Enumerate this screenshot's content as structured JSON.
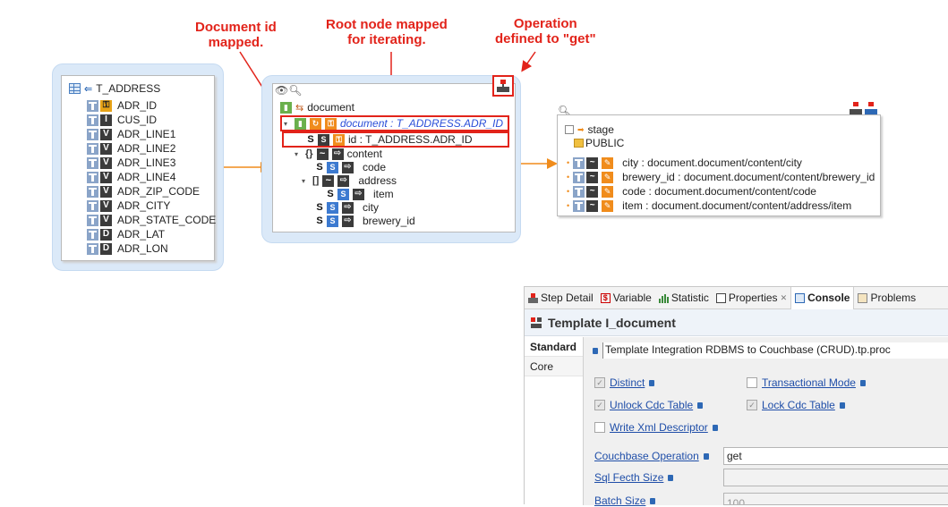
{
  "annotations": {
    "document_id": [
      "Document id",
      "mapped."
    ],
    "root_node": [
      "Root node mapped",
      "for iterating."
    ],
    "operation": [
      "Operation",
      "defined to \"get\""
    ]
  },
  "source_table": {
    "name": "T_ADDRESS",
    "columns": [
      {
        "name": "ADR_ID",
        "type": "key"
      },
      {
        "name": "CUS_ID",
        "type": "I"
      },
      {
        "name": "ADR_LINE1",
        "type": "V"
      },
      {
        "name": "ADR_LINE2",
        "type": "V"
      },
      {
        "name": "ADR_LINE3",
        "type": "V"
      },
      {
        "name": "ADR_LINE4",
        "type": "V"
      },
      {
        "name": "ADR_ZIP_CODE",
        "type": "V"
      },
      {
        "name": "ADR_CITY",
        "type": "V"
      },
      {
        "name": "ADR_STATE_CODE",
        "type": "V"
      },
      {
        "name": "ADR_LAT",
        "type": "D"
      },
      {
        "name": "ADR_LON",
        "type": "D"
      }
    ]
  },
  "document_panel": {
    "root_label": "document",
    "root_node": "document : T_ADDRESS.ADR_ID",
    "id_node": "id : T_ADDRESS.ADR_ID",
    "content": "content",
    "code": "code",
    "address": "address",
    "item": "item",
    "city": "city",
    "brewery_id": "brewery_id",
    "letter_s": "S",
    "braces": "{}",
    "brackets": "[]"
  },
  "stage_panel": {
    "name": "stage",
    "schema": "PUBLIC",
    "mappings": [
      "city : document.document/content/city",
      "brewery_id : document.document/content/brewery_id",
      "code : document.document/content/code",
      "item : document.document/content/address/item"
    ]
  },
  "props": {
    "tabs": [
      {
        "label": "Step Detail",
        "icon": "step-icon"
      },
      {
        "label": "Variable",
        "icon": "variable-icon"
      },
      {
        "label": "Statistic",
        "icon": "chart-icon"
      },
      {
        "label": "Properties",
        "icon": "properties-icon",
        "close": "✕"
      },
      {
        "label": "Console",
        "icon": "console-icon"
      },
      {
        "label": "Problems",
        "icon": "problems-icon"
      }
    ],
    "title": "Template I_document",
    "sidebar": [
      "Standard",
      "Core"
    ],
    "template_path": "Template Integration RDBMS to Couchbase (CRUD).tp.proc",
    "checkboxes": {
      "distinct": "Distinct",
      "transactional": "Transactional Mode",
      "unlock": "Unlock Cdc Table",
      "lock": "Lock Cdc Table",
      "write_xml": "Write Xml Descriptor"
    },
    "fields": {
      "operation_label": "Couchbase Operation",
      "operation_value": "get",
      "fetch_label": "Sql Fecth Size",
      "batch_label": "Batch Size",
      "batch_value": "100"
    }
  }
}
